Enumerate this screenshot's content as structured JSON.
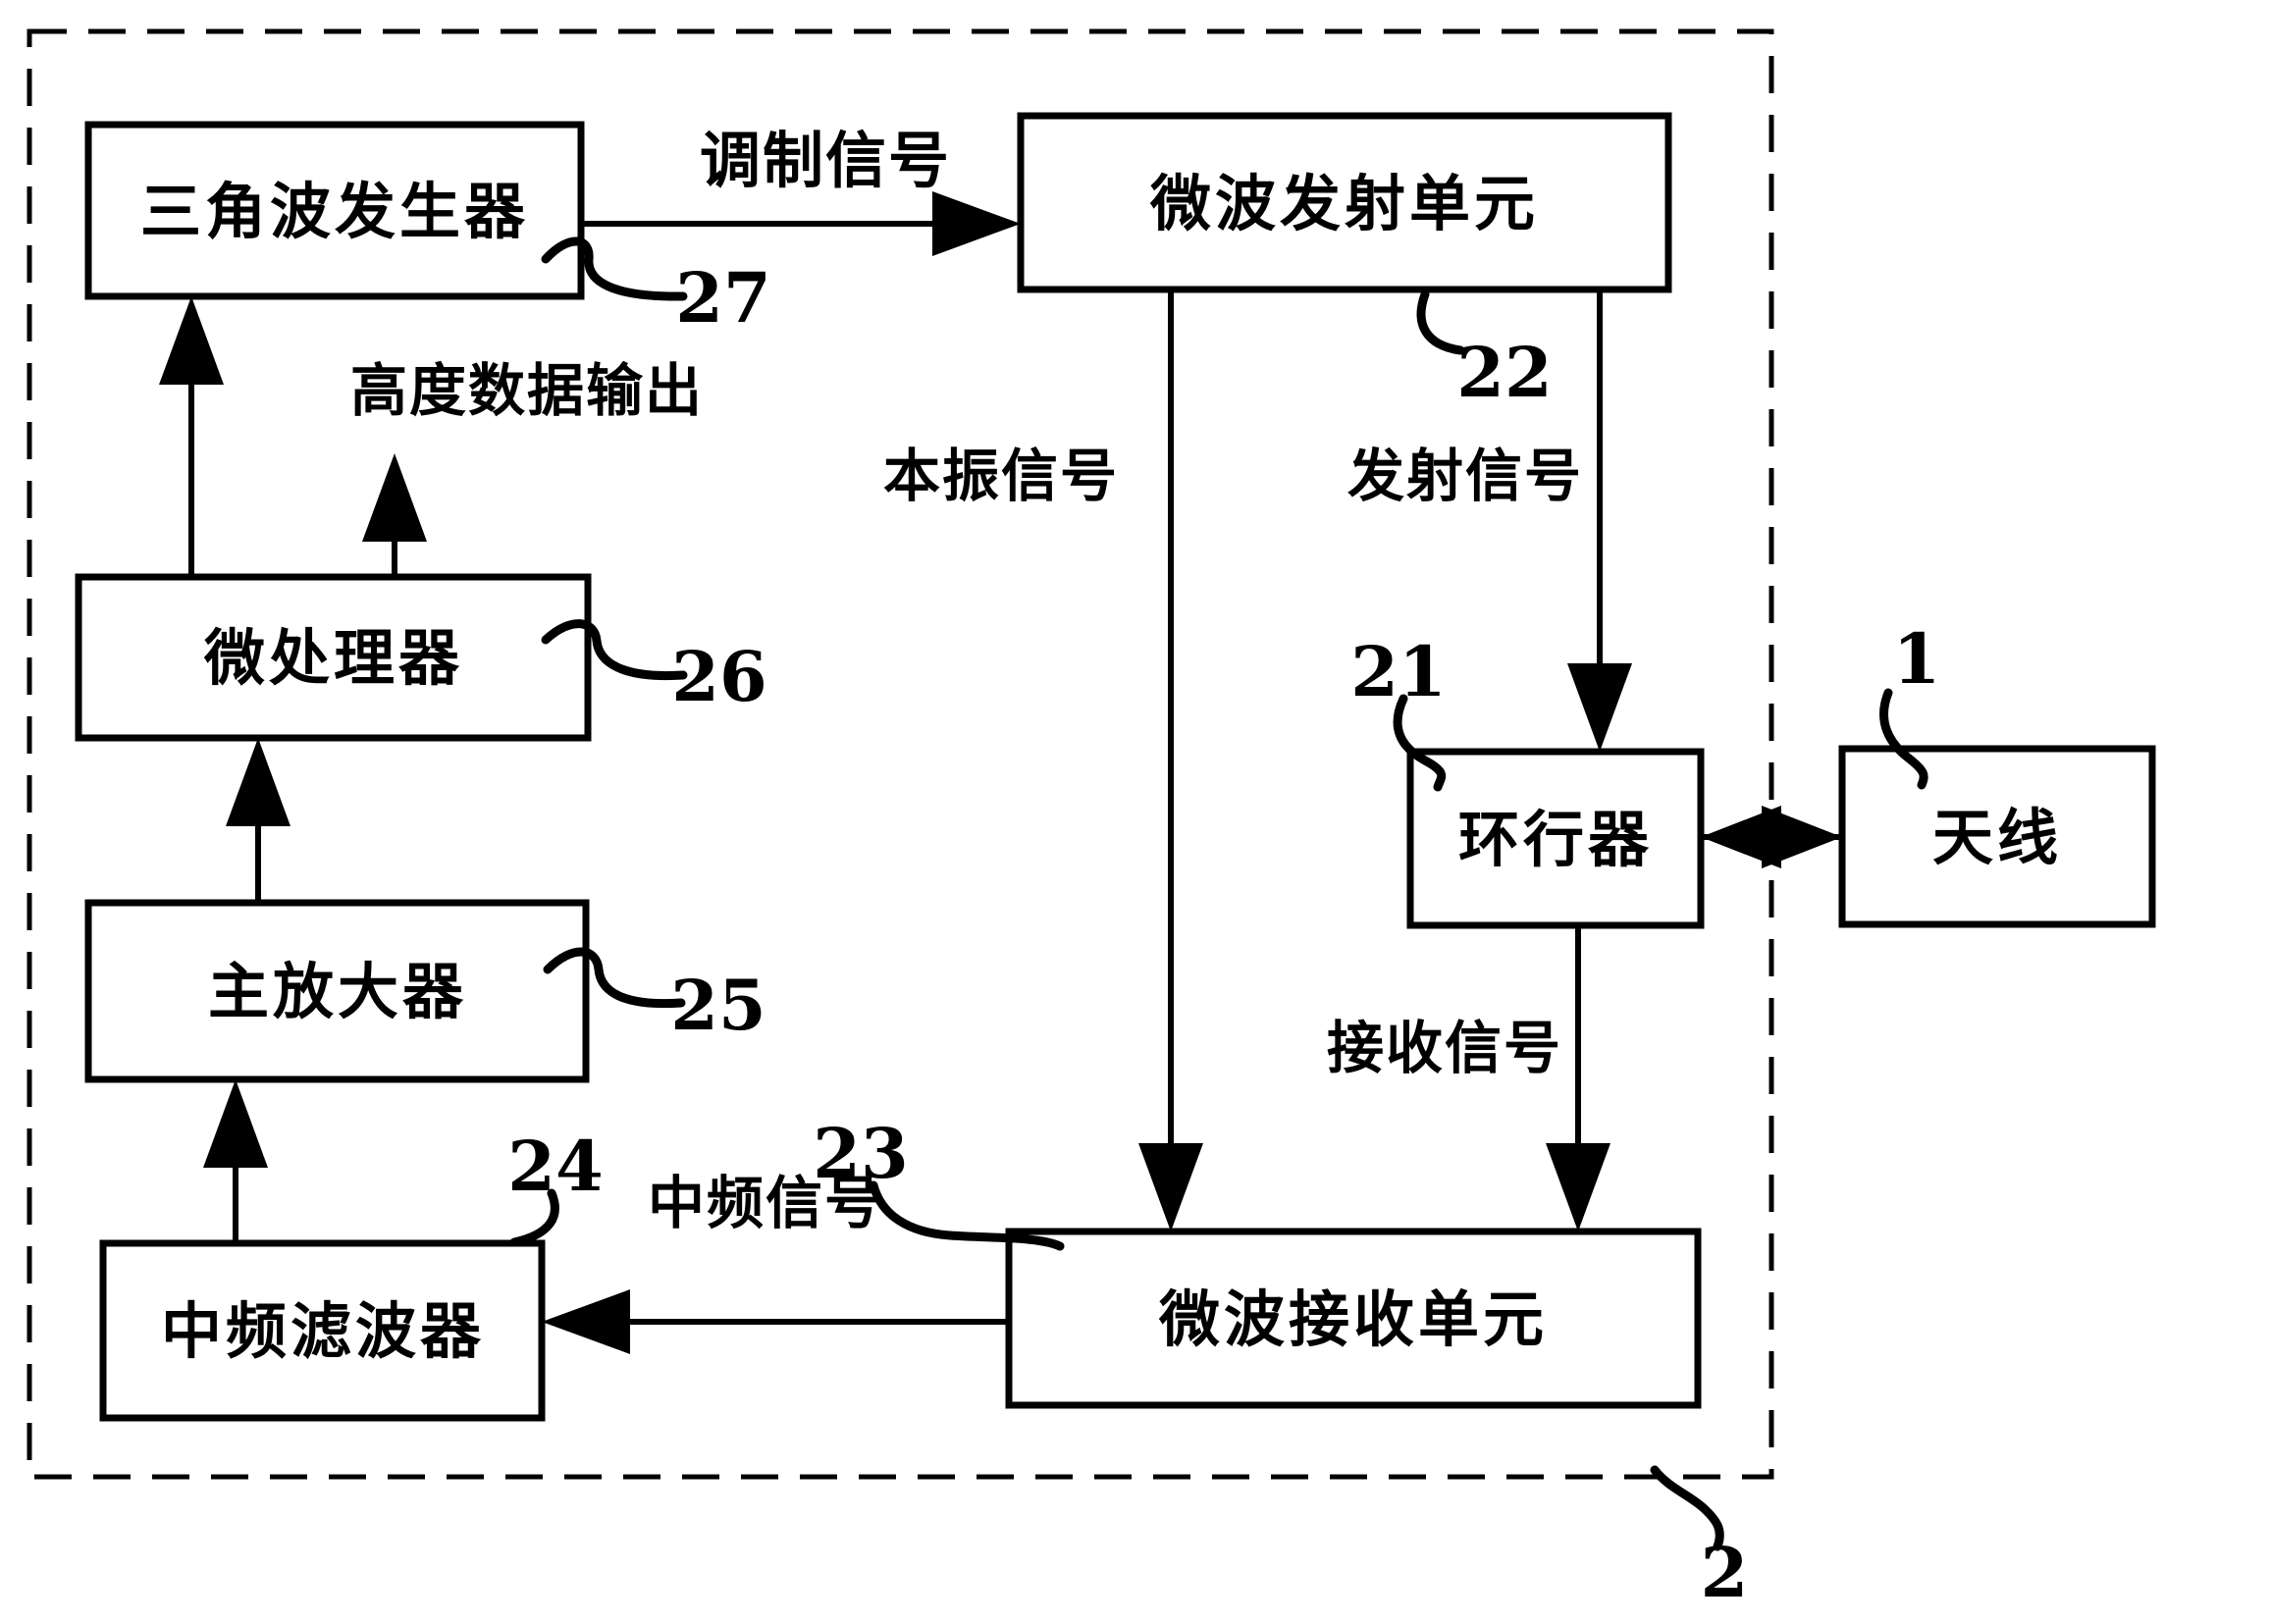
{
  "figure": {
    "colors": {
      "ink": "#000000",
      "background": "#ffffff"
    },
    "boxes": {
      "triangle_wave_generator": {
        "label": "三角波发生器",
        "ref": "27"
      },
      "microwave_transmitter": {
        "label": "微波发射单元",
        "ref": "22"
      },
      "microprocessor": {
        "label": "微处理器",
        "ref": "26"
      },
      "main_amplifier": {
        "label": "主放大器",
        "ref": "25"
      },
      "if_filter": {
        "label": "中频滤波器",
        "ref": "24"
      },
      "microwave_receiver": {
        "label": "微波接收单元",
        "ref": "23"
      },
      "circulator": {
        "label": "环行器",
        "ref": "21"
      },
      "antenna": {
        "label": "天线",
        "ref": "1"
      }
    },
    "signals": {
      "modulation": "调制信号",
      "altitude_data_output": "高度数据输出",
      "local_oscillator": "本振信号",
      "transmit": "发射信号",
      "receive": "接收信号",
      "intermediate_frequency": "中频信号"
    },
    "system_boundary_ref": "2"
  }
}
